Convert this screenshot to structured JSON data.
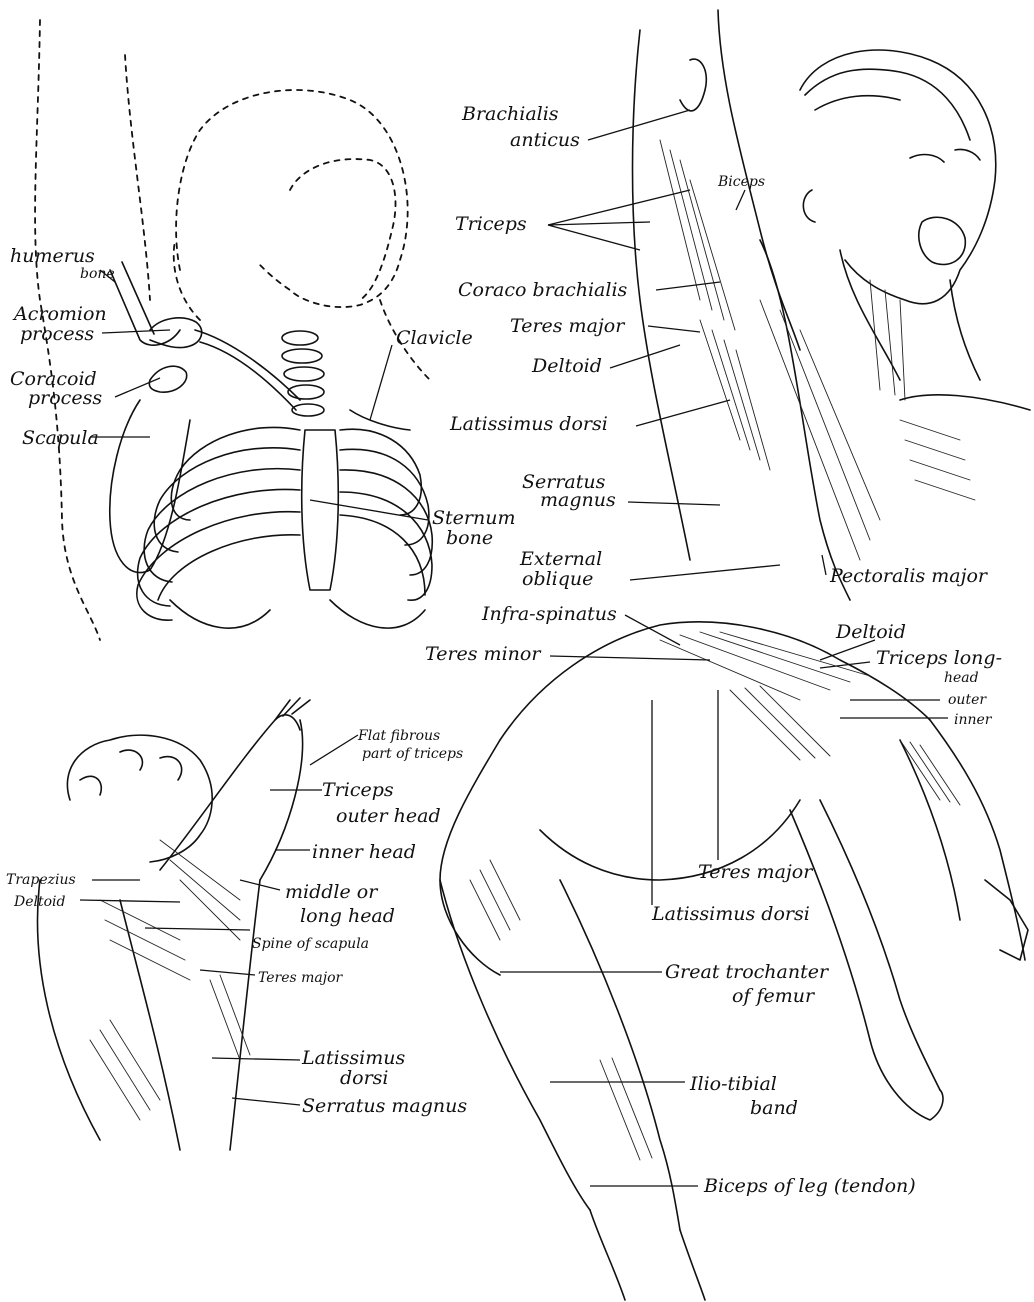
{
  "panels": {
    "skeleton": {
      "labels": {
        "humerus": "humerus",
        "humerus_bone": "bone",
        "acromion": "Acromion",
        "acromion_process": "process",
        "coracoid": "Coracoid",
        "coracoid_process": "process",
        "scapula": "Scapula",
        "clavicle": "Clavicle",
        "sternum": "Sternum",
        "sternum_bone": "bone"
      }
    },
    "raised_arm": {
      "labels": {
        "brachialis": "Brachialis",
        "brachialis_anticus": "anticus",
        "biceps": "Biceps",
        "triceps": "Triceps",
        "coraco_brachialis": "Coraco brachialis",
        "teres_major": "Teres major",
        "deltoid": "Deltoid",
        "latissimus": "Latissimus dorsi",
        "serratus": "Serratus",
        "serratus_magnus": "magnus",
        "external": "External",
        "external_oblique": "oblique",
        "pectoralis": "Pectoralis major"
      }
    },
    "back_view": {
      "labels": {
        "flat_fibrous": "Flat fibrous",
        "flat_fibrous_2": "part of triceps",
        "triceps_outer": "Triceps",
        "triceps_outer_2": "outer head",
        "inner_head": "inner head",
        "middle": "middle or",
        "middle_2": "long head",
        "spine_scapula": "Spine of scapula",
        "trapezius": "Trapezius",
        "deltoid": "Deltoid",
        "teres_major": "Teres major",
        "latissimus": "Latissimus",
        "latissimus_2": "dorsi",
        "serratus": "Serratus magnus"
      }
    },
    "bent_figure": {
      "labels": {
        "infra_spinatus": "Infra-spinatus",
        "teres_minor": "Teres minor",
        "deltoid": "Deltoid",
        "triceps_long": "Triceps long-",
        "triceps_long_head": "head",
        "outer": "outer",
        "inner": "inner",
        "teres_major": "Teres major",
        "latissimus": "Latissimus dorsi",
        "great_trochanter": "Great trochanter",
        "great_trochanter_2": "of femur",
        "ilio_tibial": "Ilio-tibial",
        "ilio_tibial_2": "band",
        "biceps_leg": "Biceps of leg (tendon)"
      }
    }
  }
}
